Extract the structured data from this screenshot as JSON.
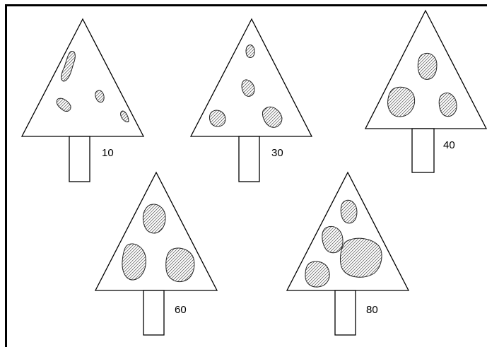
{
  "figure": {
    "trees": [
      {
        "id": "tree-1",
        "label": "10"
      },
      {
        "id": "tree-2",
        "label": "30"
      },
      {
        "id": "tree-3",
        "label": "40"
      },
      {
        "id": "tree-4",
        "label": "60"
      },
      {
        "id": "tree-5",
        "label": "80"
      }
    ]
  }
}
